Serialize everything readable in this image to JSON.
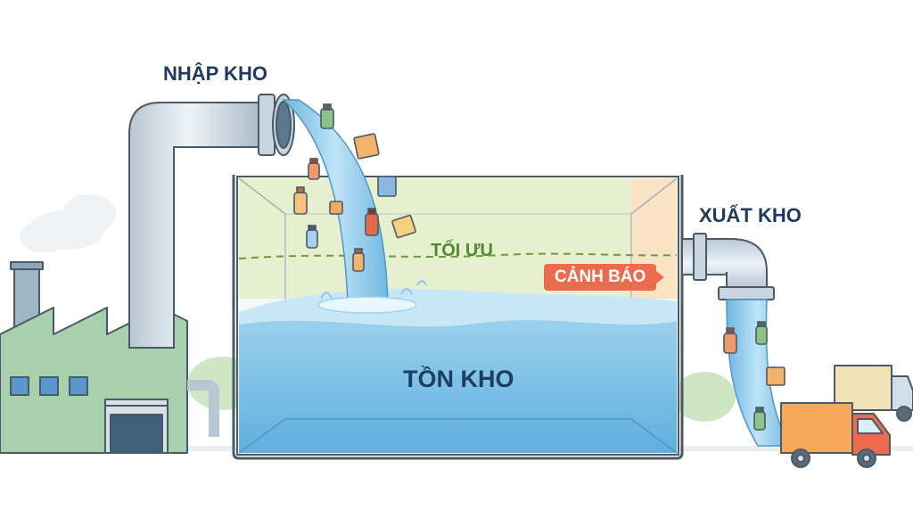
{
  "labels": {
    "inbound": "NHẬP KHO",
    "outbound": "XUẤT KHO",
    "optimal": "TỐI ƯU",
    "warning": "CẢNH BÁO",
    "inventory": "TỒN KHO"
  },
  "icons": [
    "factory-icon",
    "pipe-icon",
    "water-tank-icon",
    "bottle-icon",
    "box-icon",
    "truck-icon",
    "cloud-icon"
  ],
  "colors": {
    "outline": "#4a5a66",
    "water": "#7ec3e6",
    "water_dark": "#5fb0de",
    "optimal_zone": "#e6f0cf",
    "warning_zone": "#fbe2c4",
    "warning_badge": "#ec6a4e",
    "optimal_line": "#6a9a3f",
    "factory": "#9bc4a0",
    "truck": "#f6a85a"
  }
}
